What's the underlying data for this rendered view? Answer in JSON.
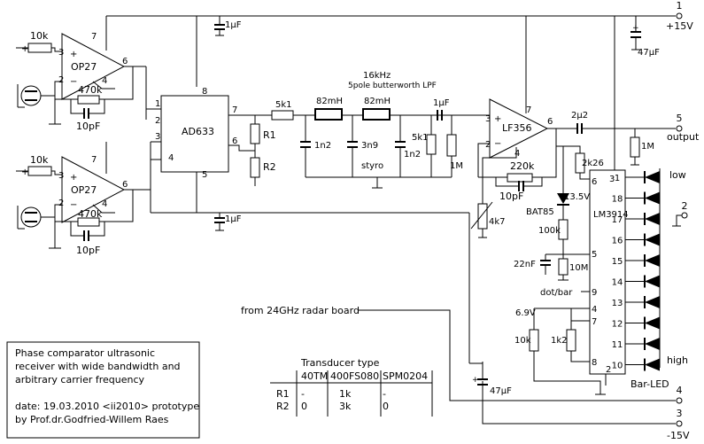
{
  "supply": {
    "pos_pin": "1",
    "pos_label": "+15V",
    "output_pin": "5",
    "output_label": "output",
    "gnd_pin": "2",
    "radar_pin": "4",
    "neg_pin": "3",
    "neg_label": "-15V"
  },
  "opamps": [
    {
      "name": "OP27",
      "pin_noninv": "3",
      "pin_inv": "2",
      "pin_out": "6",
      "pin_vplus": "7",
      "pin_vminus": "4"
    },
    {
      "name": "OP27",
      "pin_noninv": "3",
      "pin_inv": "2",
      "pin_out": "6",
      "pin_vplus": "7",
      "pin_vminus": "4"
    }
  ],
  "mixer": {
    "name": "AD633",
    "pins": [
      "1",
      "2",
      "3",
      "4",
      "8",
      "7",
      "6",
      "5"
    ]
  },
  "lpf": {
    "title": "16kHz",
    "subtitle": "5pole butterworth LPF",
    "input_r": "5k1",
    "inductors": [
      "82mH",
      "82mH"
    ],
    "caps": [
      "1n2",
      "3n9",
      "1n2"
    ],
    "styro": "styro",
    "load_r": "5k1"
  },
  "buffer": {
    "name": "LF356",
    "pin_in": "3",
    "pin_fb": "2",
    "pin_out": "6",
    "pin_top": "7",
    "pin_bot": "4"
  },
  "bargraph": {
    "name": "LM3914",
    "led_label": "Bar-LED",
    "low_label": "low",
    "high_label": "high",
    "pins_right": [
      "1",
      "18",
      "17",
      "16",
      "15",
      "14",
      "13",
      "12",
      "11",
      "10"
    ],
    "pins_left": [
      "6",
      "5",
      "9",
      "4",
      "7",
      "8"
    ],
    "pin_top": "3",
    "pin_bottom": "2",
    "dot_bar_label": "dot/bar",
    "ref_voltage": "6.9V"
  },
  "components": {
    "r_in_1": "10k",
    "r_in_2": "10k",
    "r_fb_1": "470k",
    "c_fb_1": "10pF",
    "r_fb_2": "470k",
    "c_fb_2": "10pF",
    "decouple_top": "1µF",
    "decouple_bottom": "1µF",
    "r1_label": "R1",
    "r2_label": "R2",
    "coupling_cap": "1µF",
    "r_1m_lpf": "1M",
    "r_220k": "220k",
    "c_10pf_lf": "10pF",
    "pot_4k7": "4k7",
    "c_2u2": "2µ2",
    "r_1m_out": "1M",
    "r_2k26": "2k26",
    "zener_v": "13.5V",
    "diode": "BAT85",
    "r_100k": "100k",
    "c_22nf": "22nF",
    "r_10m": "10M",
    "r_10k": "10k",
    "r_1k2": "1k2",
    "c_47u_top": "47µF",
    "c_47u_bottom": "47µF"
  },
  "radar_note": "from 24GHz radar board",
  "info_box": {
    "lines": [
      "Phase comparator ultrasonic",
      "receiver with wide bandwidth and",
      "arbitrary carrier frequency",
      "",
      "date: 19.03.2010 <ii2010> prototype",
      "by Prof.dr.Godfried-Willem Raes"
    ]
  },
  "transducer_table": {
    "title": "Transducer type",
    "headers": [
      "",
      "40TM",
      "400FS080",
      "SPM0204"
    ],
    "rows": [
      [
        "R1",
        "-",
        "1k",
        "-"
      ],
      [
        "R2",
        "0",
        "3k",
        "0"
      ]
    ]
  }
}
